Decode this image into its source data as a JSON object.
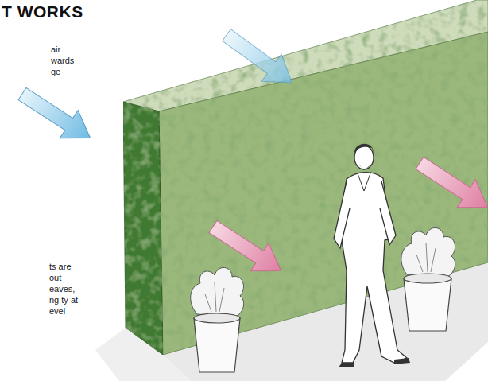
{
  "diagram": {
    "title": "T WORKS",
    "labels": [
      "air wards ge",
      "ts are out eaves, ng ty at evel"
    ]
  }
}
